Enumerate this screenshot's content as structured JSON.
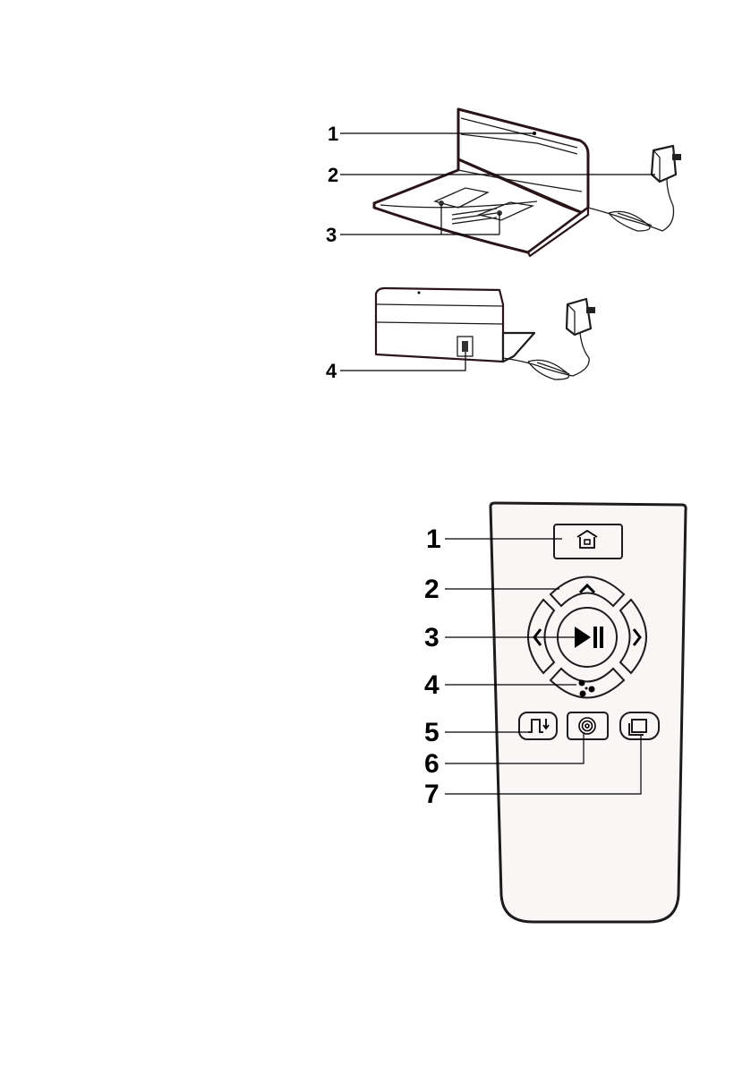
{
  "station_labels": [
    "1",
    "2",
    "3",
    "4"
  ],
  "remote_labels": [
    "1",
    "2",
    "3",
    "4",
    "5",
    "6",
    "7"
  ],
  "icons": [
    "home-icon",
    "chevron-up-icon",
    "chevron-left-icon",
    "play-pause-icon",
    "chevron-right-icon",
    "fan-icon",
    "edge-clean-icon",
    "spiral-clean-icon",
    "spot-clean-icon"
  ],
  "colors": {
    "line": "#000000",
    "remote_fill": "#fbf6f6",
    "station_dark": "#2a1418"
  }
}
